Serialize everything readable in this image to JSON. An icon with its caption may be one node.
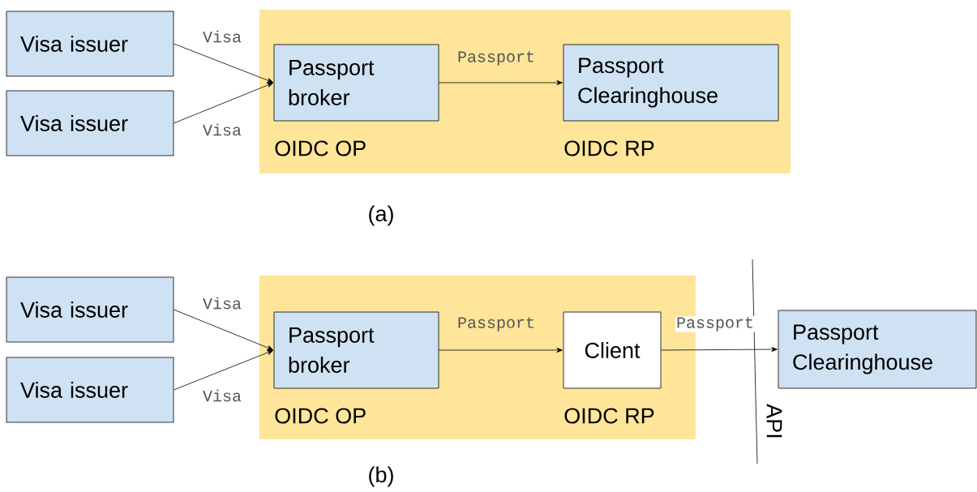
{
  "diagram": {
    "nodes": [
      {
        "text": [],
        "shape": "box"
      },
      {
        "text": [
          "Visa issuer"
        ]
      },
      {
        "text": [
          "Visa issuer"
        ]
      },
      {
        "text": [
          "Passport broker"
        ],
        "in": 0,
        "beside": [
          "OIDC OP"
        ]
      },
      {
        "text": [
          "Passport Clearinghouse"
        ],
        "in": 0,
        "beside": [
          "OIDC RP"
        ]
      },
      {
        "text": [],
        "shape": "box"
      },
      {
        "text": [
          "Visa issuer"
        ]
      },
      {
        "text": [
          "Visa issuer"
        ]
      },
      {
        "text": [
          "Passport broker"
        ],
        "in": 5,
        "beside": [
          "OIDC OP"
        ]
      },
      {
        "text": [
          "Client"
        ],
        "in": 5,
        "beside": [
          "OIDC RP"
        ]
      },
      {
        "text": [
          "Passport Clearinghouse"
        ]
      }
    ],
    "edges": [
      {
        "from": 1,
        "to": 3,
        "arrow": "to",
        "label": "Visa"
      },
      {
        "from": 2,
        "to": 3,
        "arrow": "to",
        "label": "Visa"
      },
      {
        "from": 3,
        "to": 4,
        "arrow": "to",
        "label": "Passport"
      },
      {
        "from": 6,
        "to": 8,
        "arrow": "to",
        "label": "Visa"
      },
      {
        "from": 7,
        "to": 8,
        "arrow": "to",
        "label": "Visa"
      },
      {
        "from": 8,
        "to": 9,
        "arrow": "to",
        "label": "Passport"
      },
      {
        "from": 9,
        "to": 10,
        "arrow": "to",
        "label": "Passport"
      }
    ],
    "labels": [
      "(a)",
      "API",
      "(b)"
    ]
  }
}
